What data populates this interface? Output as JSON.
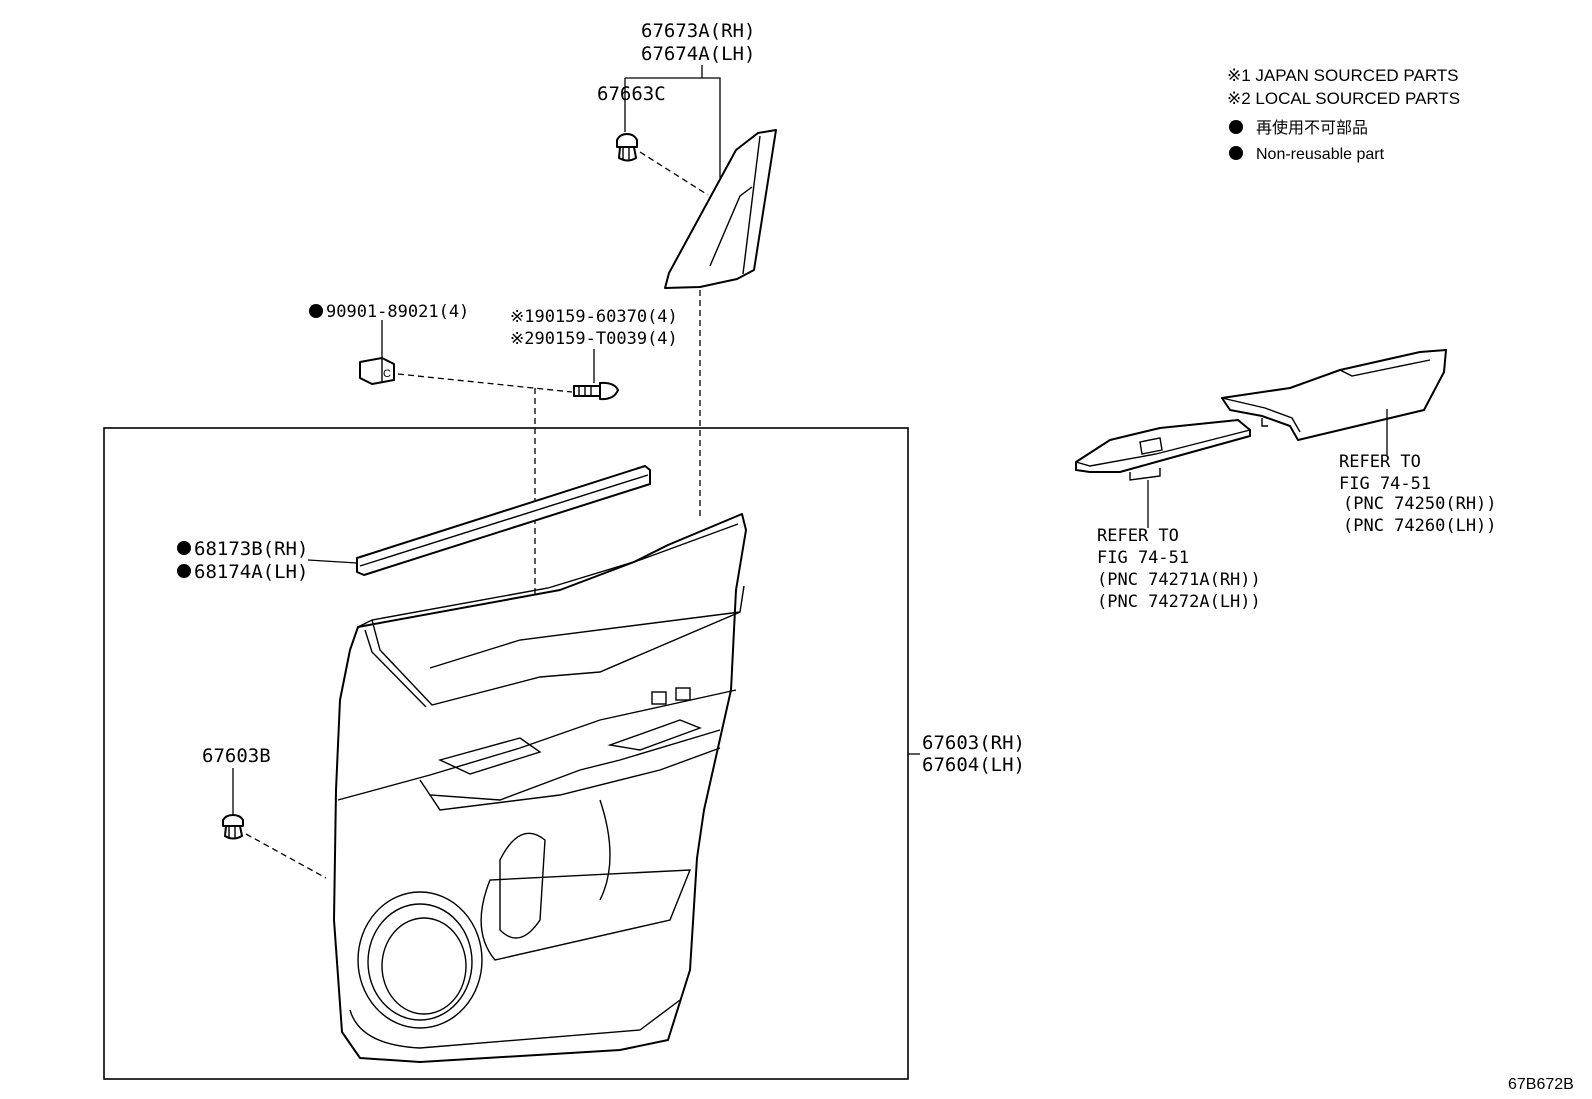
{
  "legend": {
    "japan": "※1 JAPAN SOURCED PARTS",
    "local": "※2 LOCAL SOURCED PARTS",
    "nonreuse_jp": "再使用不可部品",
    "nonreuse_en": "Non-reusable part"
  },
  "callouts": {
    "p67673a": "67673A(RH)",
    "p67674a": "67674A(LH)",
    "p67663c": "67663C",
    "p90901": "90901-89021(4)",
    "p190159": "※190159-60370(4)",
    "p290159": "※290159-T0039(4)",
    "p68173b": "68173B(RH)",
    "p68174a": "68174A(LH)",
    "p67603b": "67603B",
    "p67603": "67603(RH)",
    "p67604": "67604(LH)"
  },
  "refer_right": {
    "line1": "REFER TO",
    "line2": "FIG 74-51",
    "line3": "(PNC 74250(RH))",
    "line4": "(PNC 74260(LH))"
  },
  "refer_left": {
    "line1": "REFER TO",
    "line2": "FIG 74-51",
    "line3": "(PNC 74271A(RH))",
    "line4": "(PNC 74272A(LH))"
  },
  "diagram_code": "67B672B",
  "icons": [
    "non-reusable-dot-icon",
    "clip-icon",
    "screw-icon",
    "retainer-icon"
  ]
}
